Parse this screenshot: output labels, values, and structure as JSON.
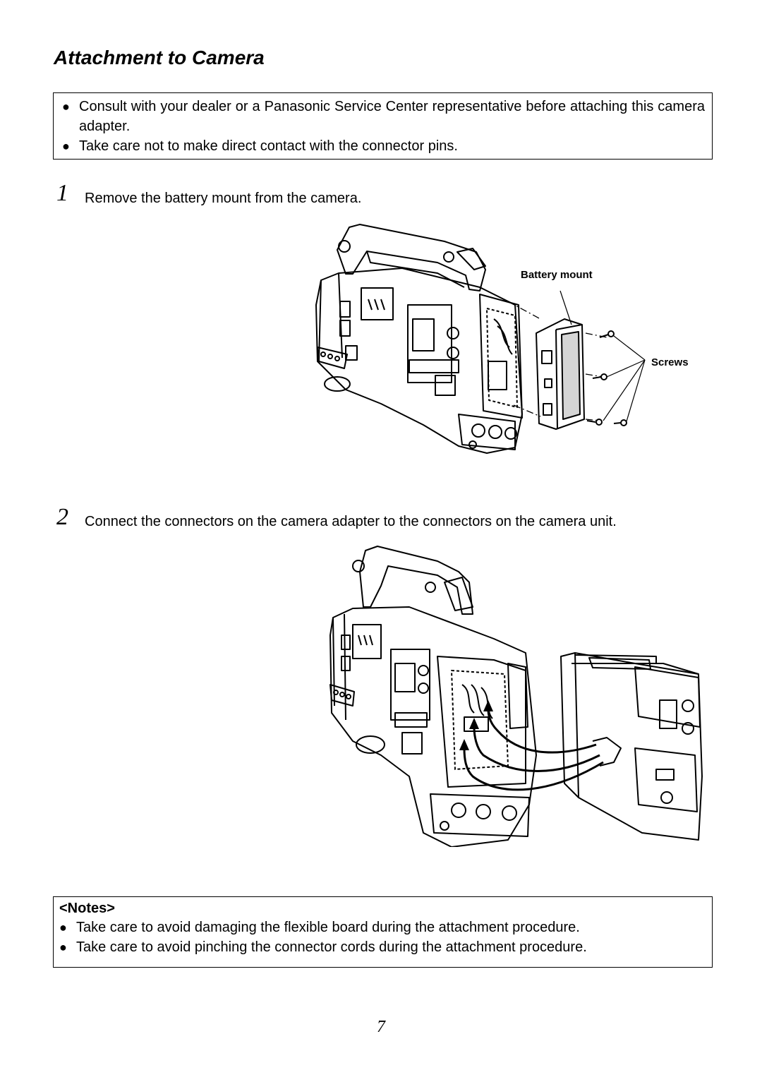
{
  "title": "Attachment to Camera",
  "caution": {
    "bullet": "●",
    "items": [
      "Consult with your dealer or a Panasonic Service Center representative before attaching this camera adapter.",
      "Take care not to make direct contact with the connector pins."
    ]
  },
  "steps": [
    {
      "number": "1",
      "text": "Remove the battery mount from the camera."
    },
    {
      "number": "2",
      "text": "Connect the connectors on the camera adapter to the connectors on the camera unit."
    }
  ],
  "figure1": {
    "labels": {
      "battery_mount": "Battery mount",
      "screws": "Screws"
    }
  },
  "notes": {
    "heading": "<Notes>",
    "bullet": "●",
    "items": [
      "Take care to avoid damaging the flexible board during the attachment procedure.",
      "Take care to avoid pinching the connector cords during the attachment procedure."
    ]
  },
  "page_number": "7",
  "icons": [
    "bullet-icon",
    "camera-illustration",
    "battery-mount-illustration",
    "screw-icon",
    "camera-adapter-illustration",
    "cable-arrow-icon"
  ]
}
